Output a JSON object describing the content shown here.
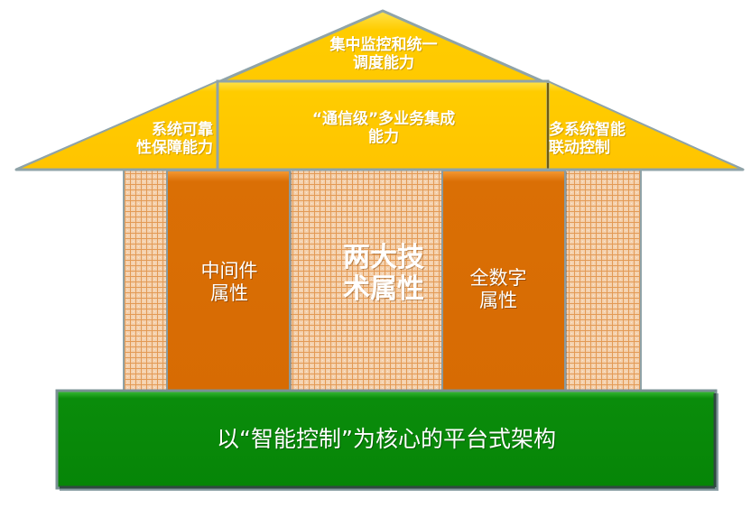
{
  "diagram": {
    "type": "house-architecture",
    "roof": {
      "top_label": "集中监控和统一调度能力",
      "top_lines": [
        "集中监控和统一",
        "调度能力"
      ],
      "middle_label": "“通信级”多业务集成能力",
      "middle_lines": [
        "“通信级”多业务集成",
        "能力"
      ],
      "left_label": "系统可靠性保障能力",
      "left_lines": [
        "系统可靠",
        "性保障能力"
      ],
      "right_label": "多系统智能联动控制",
      "right_lines": [
        "多系统智能",
        "联动控制"
      ]
    },
    "pillars": [
      {
        "label": "中间件属性",
        "lines": [
          "中间件",
          "属性"
        ]
      },
      {
        "label": "全数字属性",
        "lines": [
          "全数字",
          "属性"
        ]
      }
    ],
    "center": {
      "label": "两大技术属性",
      "lines": [
        "两大技",
        "术属性"
      ]
    },
    "base": {
      "label": "以“智能控制”为核心的平台式架构"
    },
    "colors": {
      "roof_yellow": "#FFCC00",
      "roof_border": "#8FA3A8",
      "pillar_orange": "#D96E05",
      "wall_texture": "#F2C9A0",
      "wall_grid": "#E08A3A",
      "base_green": "#078A0A",
      "text": "#FFFFFF"
    }
  }
}
